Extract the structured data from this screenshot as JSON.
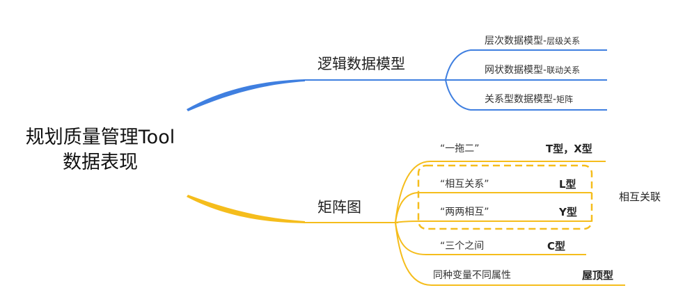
{
  "root": {
    "line1": "规划质量管理Tool",
    "line2": "数据表现"
  },
  "colors": {
    "blue": "#3f7fe0",
    "yellow": "#f5bd1c"
  },
  "logical": {
    "label": "逻辑数据模型",
    "items": [
      {
        "main": "层次数据模型-",
        "sub": "层级关系"
      },
      {
        "main": "网状数据模型-",
        "sub": "联动关系"
      },
      {
        "main": "关系型数据模型-",
        "sub": "矩阵"
      }
    ]
  },
  "matrix": {
    "label": "矩阵图",
    "items": [
      {
        "label": "“一拖二”",
        "tag": "T型，X型"
      },
      {
        "label": "“相互关系”",
        "tag": "L型"
      },
      {
        "label": "“两两相互”",
        "tag": "Y型"
      },
      {
        "label": "“三个之间",
        "tag": "C型"
      },
      {
        "label": "同种变量不同属性",
        "tag": "屋顶型"
      }
    ],
    "group_note": "相互关联"
  }
}
